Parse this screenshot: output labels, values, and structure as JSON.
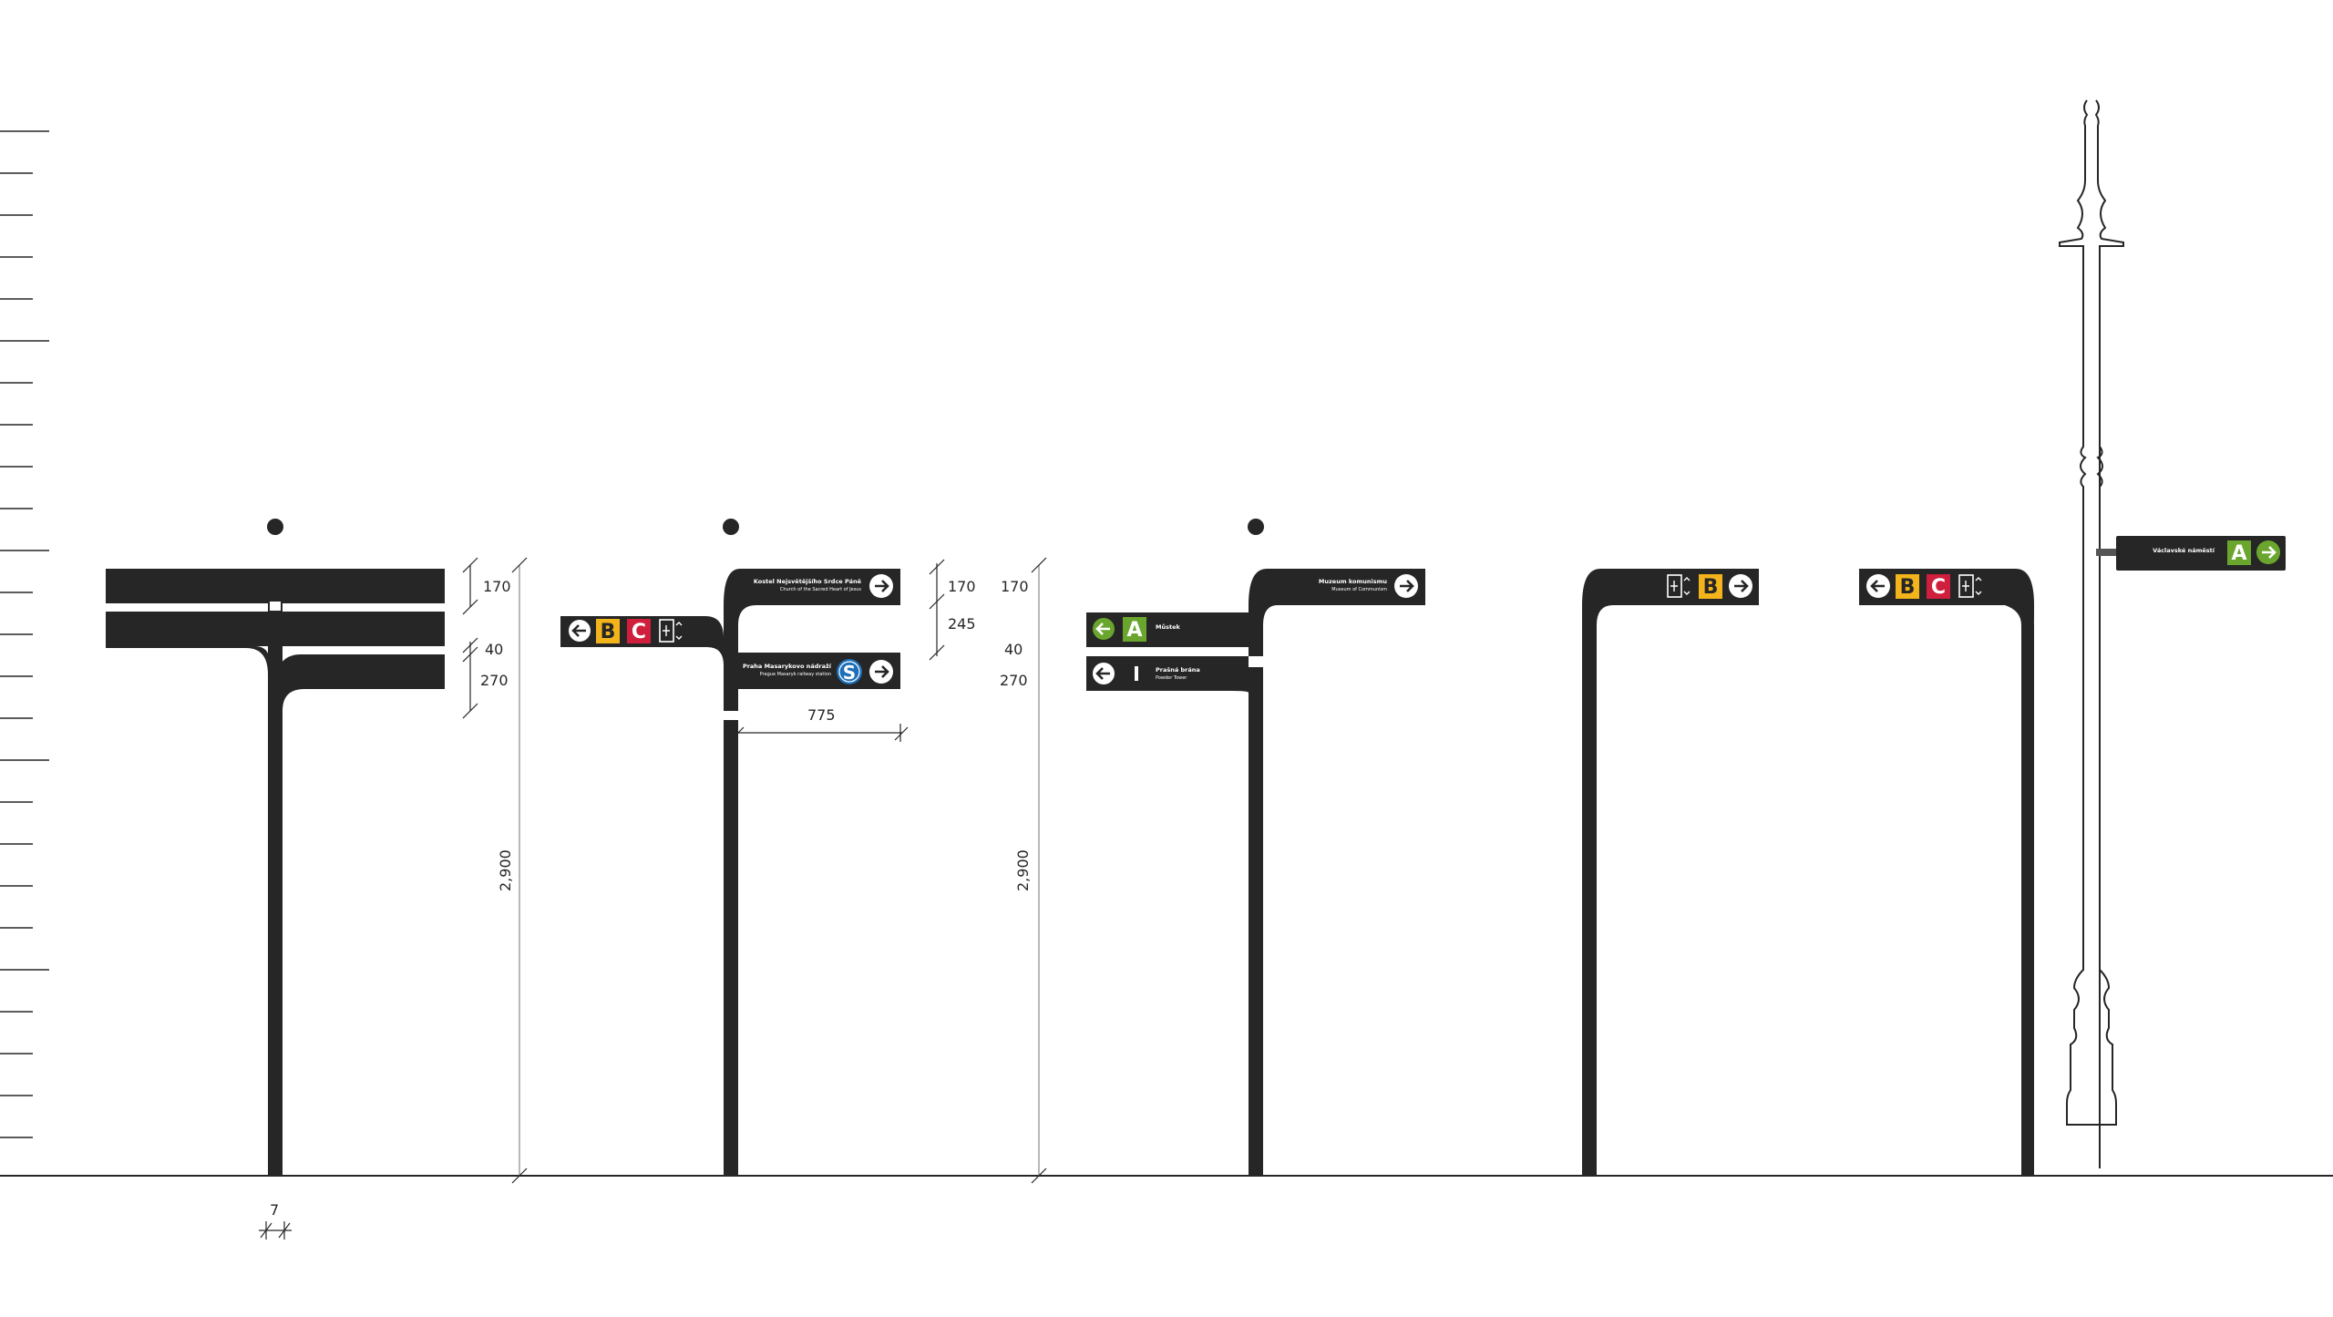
{
  "colors": {
    "sign_dark": "#262626",
    "line_a": "#6aa62d",
    "line_b": "#f3b31b",
    "line_c": "#cf1f3c",
    "dimension_line": "#8a8a8a",
    "white": "#ffffff"
  },
  "icons": {
    "arrow_left": "arrow-left-icon",
    "arrow_right": "arrow-right-icon",
    "elevator": "elevator-icon",
    "train_s": "s-train-icon",
    "pillar_dot": "dot-icon"
  },
  "dimensions": {
    "d170": "170",
    "d40": "40",
    "d270": "270",
    "d245": "245",
    "d775": "775",
    "d2900": "2,900",
    "d7": "7"
  },
  "lines": {
    "A": "A",
    "B": "B",
    "C": "C",
    "S": "S"
  },
  "signs": {
    "church_main": "Kostel Nejsvětějšího Srdce Páně",
    "church_en": "Church of the Sacred Heart of Jesus",
    "praha_main": "Praha Masarykovo nádraží",
    "praha_en": "Prague Masaryk railway station",
    "mustek_main": "Můstek",
    "museum_main": "Muzeum komunismu",
    "museum_en": "Museum of Communism",
    "station_main": "Prašná brána",
    "station_en": "Powder Tower",
    "wenceslas_main": "Václavské náměstí"
  }
}
